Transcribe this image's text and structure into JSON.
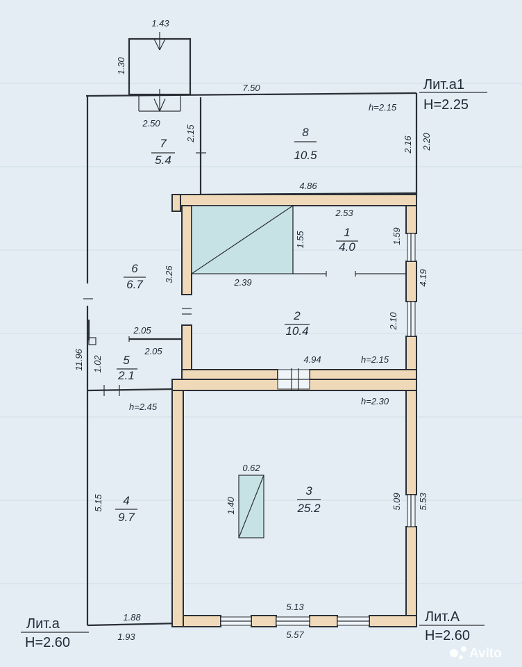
{
  "labels": {
    "lit_a1": "Лит.а1",
    "h_a1": "H=2.25",
    "lit_a": "Лит.а",
    "h_a": "H=2.60",
    "lit_A": "Лит.А",
    "h_A": "H=2.60",
    "watermark": "Avito"
  },
  "rooms": [
    {
      "num": "1",
      "area": "4.0"
    },
    {
      "num": "2",
      "area": "10.4"
    },
    {
      "num": "3",
      "area": "25.2"
    },
    {
      "num": "4",
      "area": "9.7"
    },
    {
      "num": "5",
      "area": "2.1"
    },
    {
      "num": "6",
      "area": "6.7"
    },
    {
      "num": "7",
      "area": "5.4"
    },
    {
      "num": "8",
      "area": "10.5"
    }
  ],
  "heights": {
    "h_1": "h=2.15",
    "h_2": "h=2.15",
    "h_3": "h=2.30",
    "h_5": "h=2.45"
  },
  "dims": {
    "porch_w": "1.43",
    "porch_h": "1.30",
    "top": "7.50",
    "d_2_50": "2.50",
    "d_2_15": "2.15",
    "d_2_16": "2.16",
    "d_2_20": "2.20",
    "d_4_86": "4.86",
    "d_2_53": "2.53",
    "d_1_55": "1.55",
    "d_1_59": "1.59",
    "d_3_26": "3.26",
    "d_2_39": "2.39",
    "d_4_19": "4.19",
    "d_2_10": "2.10",
    "d_2_05a": "2.05",
    "d_2_05b": "2.05",
    "d_11_96": "11.96",
    "d_1_02": "1.02",
    "d_4_94": "4.94",
    "d_0_62": "0.62",
    "d_1_40": "1.40",
    "d_5_15": "5.15",
    "d_5_09": "5.09",
    "d_5_53": "5.53",
    "d_1_88": "1.88",
    "d_1_93": "1.93",
    "d_5_13": "5.13",
    "d_5_57": "5.57"
  }
}
